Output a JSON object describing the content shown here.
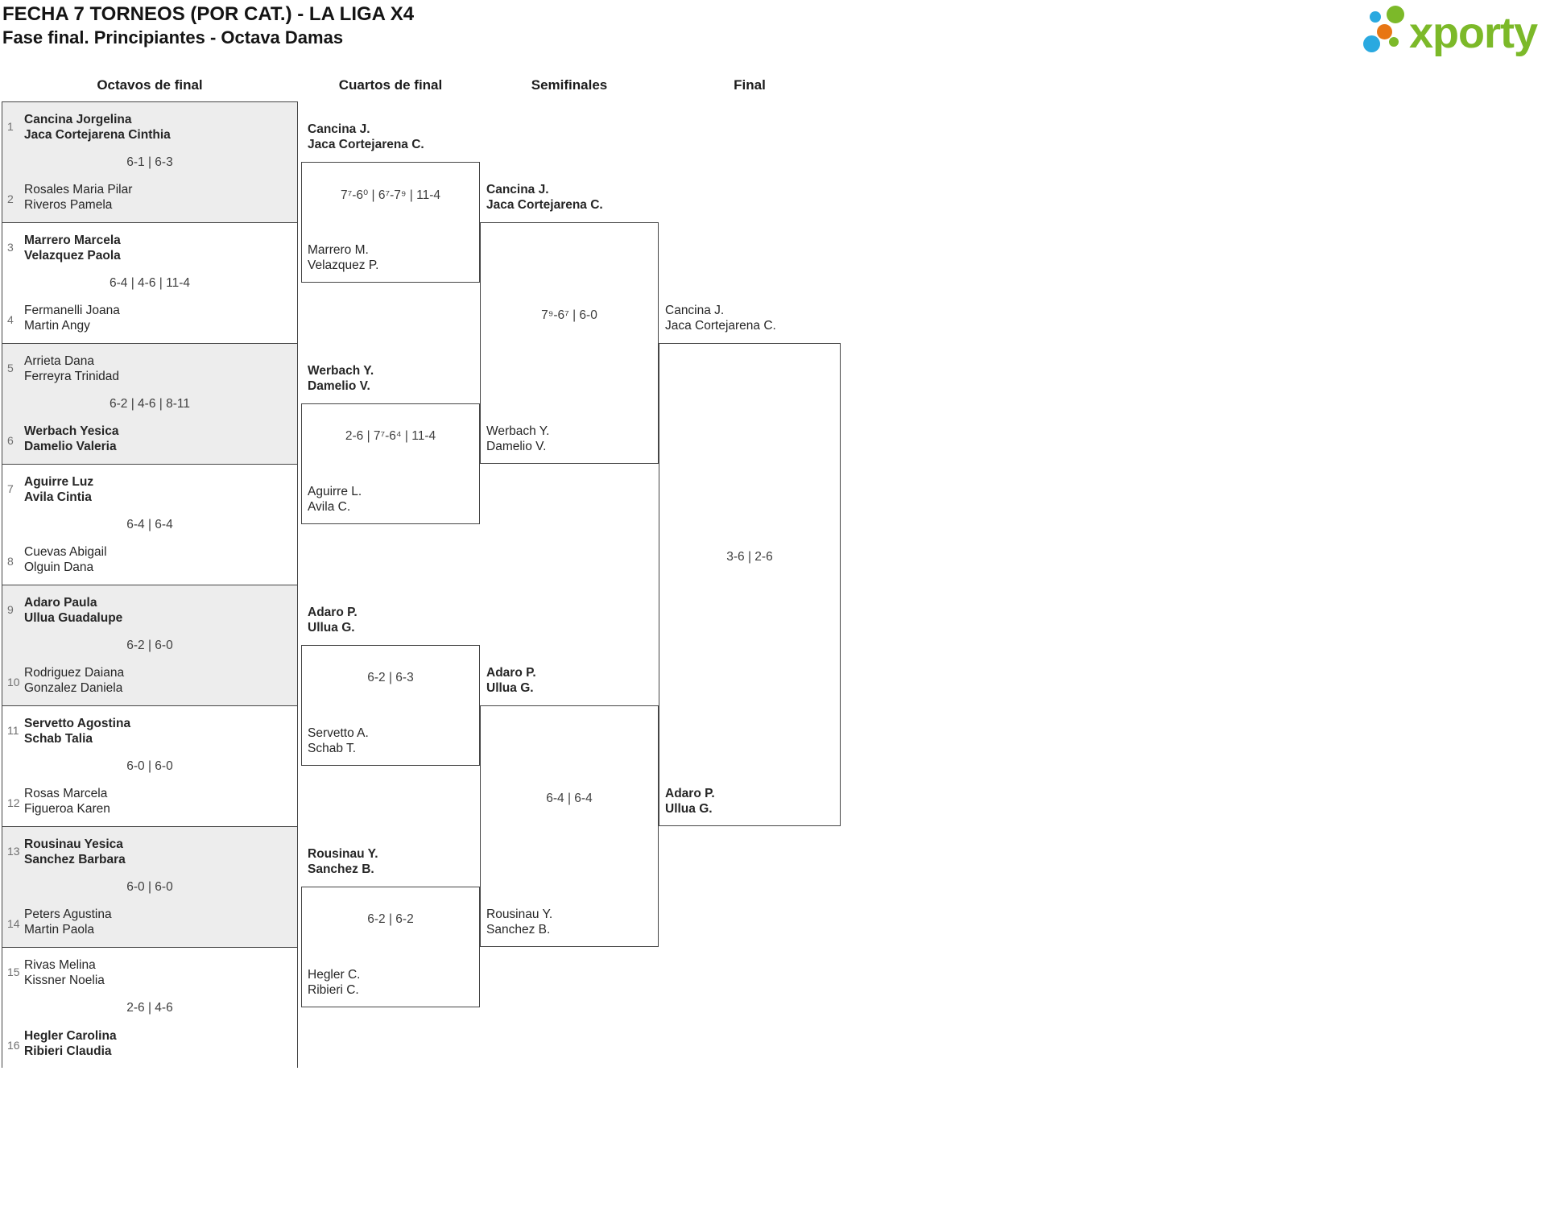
{
  "header": {
    "title_line1": "FECHA 7 TORNEOS (POR CAT.) - LA LIGA X4",
    "title_line2": "Fase final. Principiantes - Octava Damas"
  },
  "logo": {
    "brand": "xporty"
  },
  "colors": {
    "logo_green": "#7cb929",
    "logo_blue": "#2aa9e0",
    "logo_orange": "#e87614",
    "shaded_row": "#ededed",
    "border": "#454545"
  },
  "columns": {
    "octavos": "Octavos de final",
    "cuartos": "Cuartos de final",
    "semifinales": "Semifinales",
    "final": "Final"
  },
  "octavos": [
    {
      "seed_a": "1",
      "team_a": [
        "Cancina Jorgelina",
        "Jaca Cortejarena Cinthia"
      ],
      "a_winner": true,
      "score": "6-1 | 6-3",
      "seed_b": "2",
      "team_b": [
        "Rosales Maria Pilar",
        "Riveros Pamela"
      ],
      "b_winner": false,
      "shaded": true
    },
    {
      "seed_a": "3",
      "team_a": [
        "Marrero Marcela",
        "Velazquez Paola"
      ],
      "a_winner": true,
      "score": "6-4 | 4-6 | 11-4",
      "seed_b": "4",
      "team_b": [
        "Fermanelli Joana",
        "Martin Angy"
      ],
      "b_winner": false,
      "shaded": false
    },
    {
      "seed_a": "5",
      "team_a": [
        "Arrieta Dana",
        "Ferreyra Trinidad"
      ],
      "a_winner": false,
      "score": "6-2 | 4-6 | 8-11",
      "seed_b": "6",
      "team_b": [
        "Werbach Yesica",
        "Damelio Valeria"
      ],
      "b_winner": true,
      "shaded": true
    },
    {
      "seed_a": "7",
      "team_a": [
        "Aguirre Luz",
        "Avila Cintia"
      ],
      "a_winner": true,
      "score": "6-4 | 6-4",
      "seed_b": "8",
      "team_b": [
        "Cuevas Abigail",
        "Olguin Dana"
      ],
      "b_winner": false,
      "shaded": false
    },
    {
      "seed_a": "9",
      "team_a": [
        "Adaro Paula",
        "Ullua Guadalupe"
      ],
      "a_winner": true,
      "score": "6-2 | 6-0",
      "seed_b": "10",
      "team_b": [
        "Rodriguez Daiana",
        "Gonzalez Daniela"
      ],
      "b_winner": false,
      "shaded": true
    },
    {
      "seed_a": "11",
      "team_a": [
        "Servetto Agostina",
        "Schab Talia"
      ],
      "a_winner": true,
      "score": "6-0 | 6-0",
      "seed_b": "12",
      "team_b": [
        "Rosas Marcela",
        "Figueroa Karen"
      ],
      "b_winner": false,
      "shaded": false
    },
    {
      "seed_a": "13",
      "team_a": [
        "Rousinau Yesica",
        "Sanchez Barbara"
      ],
      "a_winner": true,
      "score": "6-0 | 6-0",
      "seed_b": "14",
      "team_b": [
        "Peters Agustina",
        "Martin Paola"
      ],
      "b_winner": false,
      "shaded": true
    },
    {
      "seed_a": "15",
      "team_a": [
        "Rivas Melina",
        "Kissner Noelia"
      ],
      "a_winner": false,
      "score": "2-6 | 4-6",
      "seed_b": "16",
      "team_b": [
        "Hegler Carolina",
        "Ribieri Claudia"
      ],
      "b_winner": true,
      "shaded": false
    }
  ],
  "cuartos": [
    {
      "top": [
        "Cancina J.",
        "Jaca Cortejarena C."
      ],
      "top_winner": true,
      "score": "7⁷-6⁰ | 6⁷-7⁹ | 11-4",
      "bottom": [
        "Marrero M.",
        "Velazquez P."
      ],
      "bottom_winner": false
    },
    {
      "top": [
        "Werbach Y.",
        "Damelio V."
      ],
      "top_winner": true,
      "score": "2-6 | 7⁷-6⁴ | 11-4",
      "bottom": [
        "Aguirre L.",
        "Avila C."
      ],
      "bottom_winner": false
    },
    {
      "top": [
        "Adaro P.",
        "Ullua G."
      ],
      "top_winner": true,
      "score": "6-2 | 6-3",
      "bottom": [
        "Servetto A.",
        "Schab T."
      ],
      "bottom_winner": false
    },
    {
      "top": [
        "Rousinau Y.",
        "Sanchez B."
      ],
      "top_winner": true,
      "score": "6-2 | 6-2",
      "bottom": [
        "Hegler C.",
        "Ribieri C."
      ],
      "bottom_winner": false
    }
  ],
  "semifinales": [
    {
      "top": [
        "Cancina J.",
        "Jaca Cortejarena C."
      ],
      "top_winner": true,
      "score": "7⁹-6⁷ | 6-0",
      "bottom": [
        "Werbach Y.",
        "Damelio V."
      ],
      "bottom_winner": false
    },
    {
      "top": [
        "Adaro P.",
        "Ullua G."
      ],
      "top_winner": true,
      "score": "6-4 | 6-4",
      "bottom": [
        "Rousinau Y.",
        "Sanchez B."
      ],
      "bottom_winner": false
    }
  ],
  "final_match": {
    "top": [
      "Cancina J.",
      "Jaca Cortejarena C."
    ],
    "top_winner": false,
    "score": "3-6 | 2-6",
    "bottom": [
      "Adaro P.",
      "Ullua G."
    ],
    "bottom_winner": true
  }
}
